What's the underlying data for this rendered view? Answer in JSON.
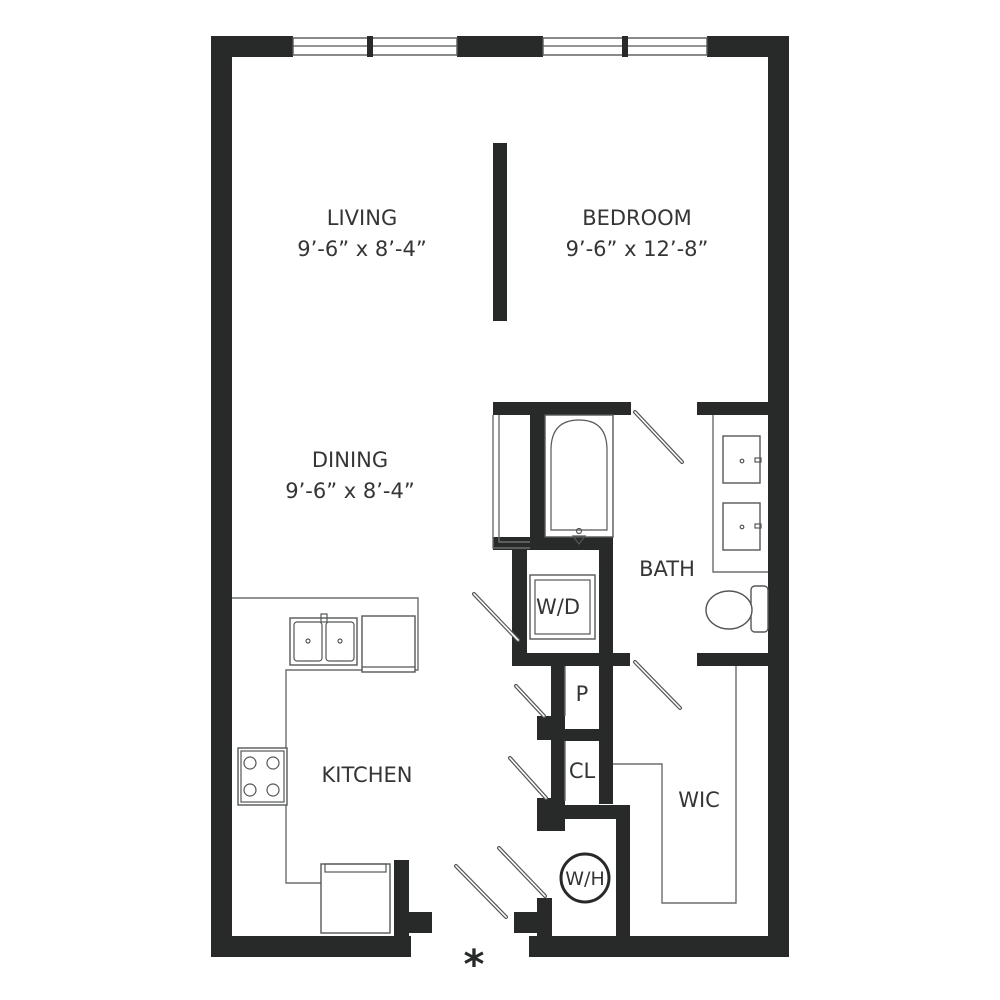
{
  "rooms": {
    "living": {
      "name": "LIVING",
      "size": "9’-6” x 8’-4”"
    },
    "bedroom": {
      "name": "BEDROOM",
      "size": "9’-6” x 12’-8”"
    },
    "dining": {
      "name": "DINING",
      "size": "9’-6” x 8’-4”"
    },
    "kitchen": {
      "name": "KITCHEN"
    },
    "bath": {
      "name": "BATH"
    },
    "washer_dryer": {
      "name": "W/D"
    },
    "pantry": {
      "name": "P"
    },
    "closet": {
      "name": "CL"
    },
    "walk_in_closet": {
      "name": "WIC"
    },
    "water_heater": {
      "name": "W/H"
    }
  },
  "entry_marker": "*",
  "colors": {
    "wall": "#272a29",
    "line": "#6b6e6d",
    "background": "#ffffff"
  },
  "icons": [
    "double-sink",
    "range-cooktop",
    "refrigerator",
    "dishwasher",
    "bathtub",
    "vanity-sink",
    "toilet",
    "door-swing"
  ]
}
